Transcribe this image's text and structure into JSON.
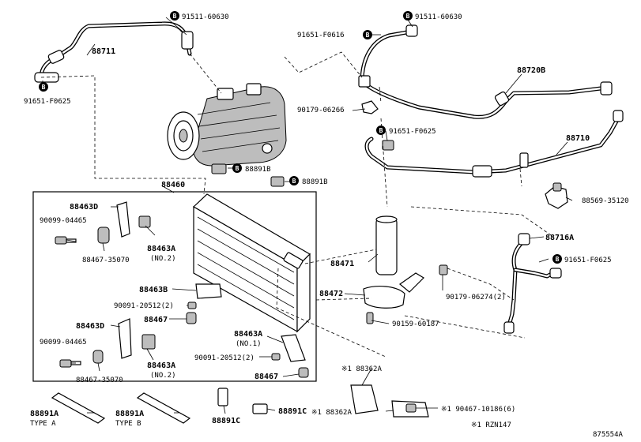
{
  "diagram": {
    "drawing_number": "875554A",
    "footnote": "※1 RZN147",
    "badge_letter": "B",
    "labels": {
      "p91511_60630_a": "91511-60630",
      "p91511_60630_b": "91511-60630",
      "p88711": "88711",
      "p91651_f0625_left": "91651-F0625",
      "p91651_f0616": "91651-F0616",
      "p88720b": "88720B",
      "p90179_06266": "90179-06266",
      "p91651_f0625_mid": "91651-F0625",
      "p88710": "88710",
      "p88891b_a": "88891B",
      "p88891b_b": "88891B",
      "p88460": "88460",
      "p88569_35120": "88569-35120",
      "p88463d_a": "88463D",
      "p90099_04465_a": "90099-04465",
      "p88467_35070_a": "88467-35070",
      "p88463a_no2_a": "88463A",
      "no2_a": "(NO.2)",
      "p88716a": "88716A",
      "p91651_f0625_right": "91651-F0625",
      "p88471": "88471",
      "p88463b": "88463B",
      "p90091_20512_a": "90091-20512(2)",
      "p88467_a": "88467",
      "p88472": "88472",
      "p90179_06274": "90179-06274(2)",
      "p90159_60187": "90159-60187",
      "p88463d_b": "88463D",
      "p88463a_no1": "88463A",
      "no1": "(NO.1)",
      "p90099_04465_b": "90099-04465",
      "p90091_20512_b": "90091-20512(2)",
      "p88467_35070_b": "88467-35070",
      "p88463a_no2_b": "88463A",
      "no2_b": "(NO.2)",
      "p88467_b": "88467",
      "p88362a_top": "※1 88362A",
      "p88891a_a": "88891A",
      "type_a": "TYPE A",
      "p88891a_b": "88891A",
      "type_b": "TYPE B",
      "p88891c_a": "88891C",
      "p88891c_b": "88891C",
      "p88362a_bottom": "※1 88362A",
      "p90467_10186": "※1 90467-10186(6)"
    }
  }
}
